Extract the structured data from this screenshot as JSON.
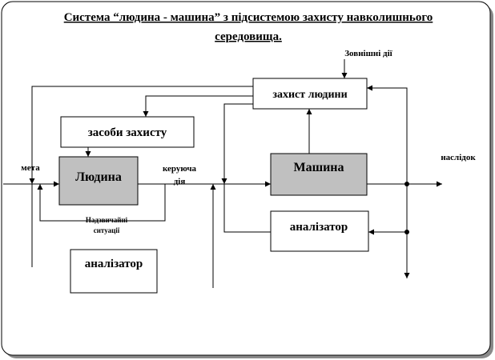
{
  "title": {
    "line1": "Система “людина - машина” з підсистемою захисту навколишнього",
    "line2": "середовища."
  },
  "labels": {
    "external": "Зовнішні дії",
    "protection_human": "захист людини",
    "protection_means": "засоби захисту",
    "human": "Людина",
    "machine": "Машина",
    "analyzer_right": "аналізатор",
    "analyzer_left": "аналізатор",
    "goal": "мета",
    "control_line1": "керуюча",
    "control_line2": "дія",
    "consequence": "наслідок",
    "emergency_line1": "Надзвичайні",
    "emergency_line2": "ситуації"
  },
  "colors": {
    "block_fill": "#c0c0c0",
    "frame_shadow": "#8a8a8a",
    "line": "#000000"
  }
}
